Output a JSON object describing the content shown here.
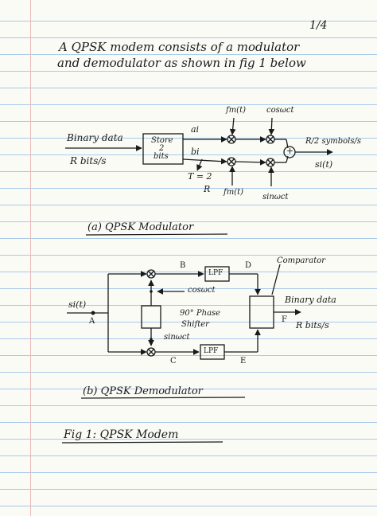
{
  "page_number": "1/4",
  "intro": {
    "line1": "A QPSK modem consists of a modulator",
    "line2": "and demodulator as shown in fig 1 below"
  },
  "modulator": {
    "input_label": "Binary data",
    "rate_label": "R bits/s",
    "block_text_1": "Store",
    "block_text_2": "2",
    "block_text_3": "bits",
    "ai_label": "ai",
    "bi_label": "bi",
    "T_label": "T = 2",
    "T_den": "R",
    "fm_top": "fm(t)",
    "fm_bottom": "fm(t)",
    "cos_label": "cosωct",
    "sin_label": "sinωct",
    "sum_symbol": "+",
    "out_rate": "R/2 symbols/s",
    "out_signal": "si(t)",
    "caption": "(a)   QPSK  Modulator"
  },
  "demodulator": {
    "input_label": "si(t)",
    "point_A": "A",
    "point_B": "B",
    "point_C": "C",
    "point_D": "D",
    "point_E": "E",
    "point_F": "F",
    "lpf_top": "LPF",
    "lpf_bottom": "LPF",
    "cos_label": "cosωct",
    "sin_label": "sinωct",
    "phase_shifter_1": "90° Phase",
    "phase_shifter_2": "Shifter",
    "comparator": "Comparator",
    "out_label": "Binary data",
    "out_rate": "R bits/s",
    "caption": "(b)   QPSK  Demodulator"
  },
  "figure_caption": "Fig 1:    QPSK  Modem"
}
